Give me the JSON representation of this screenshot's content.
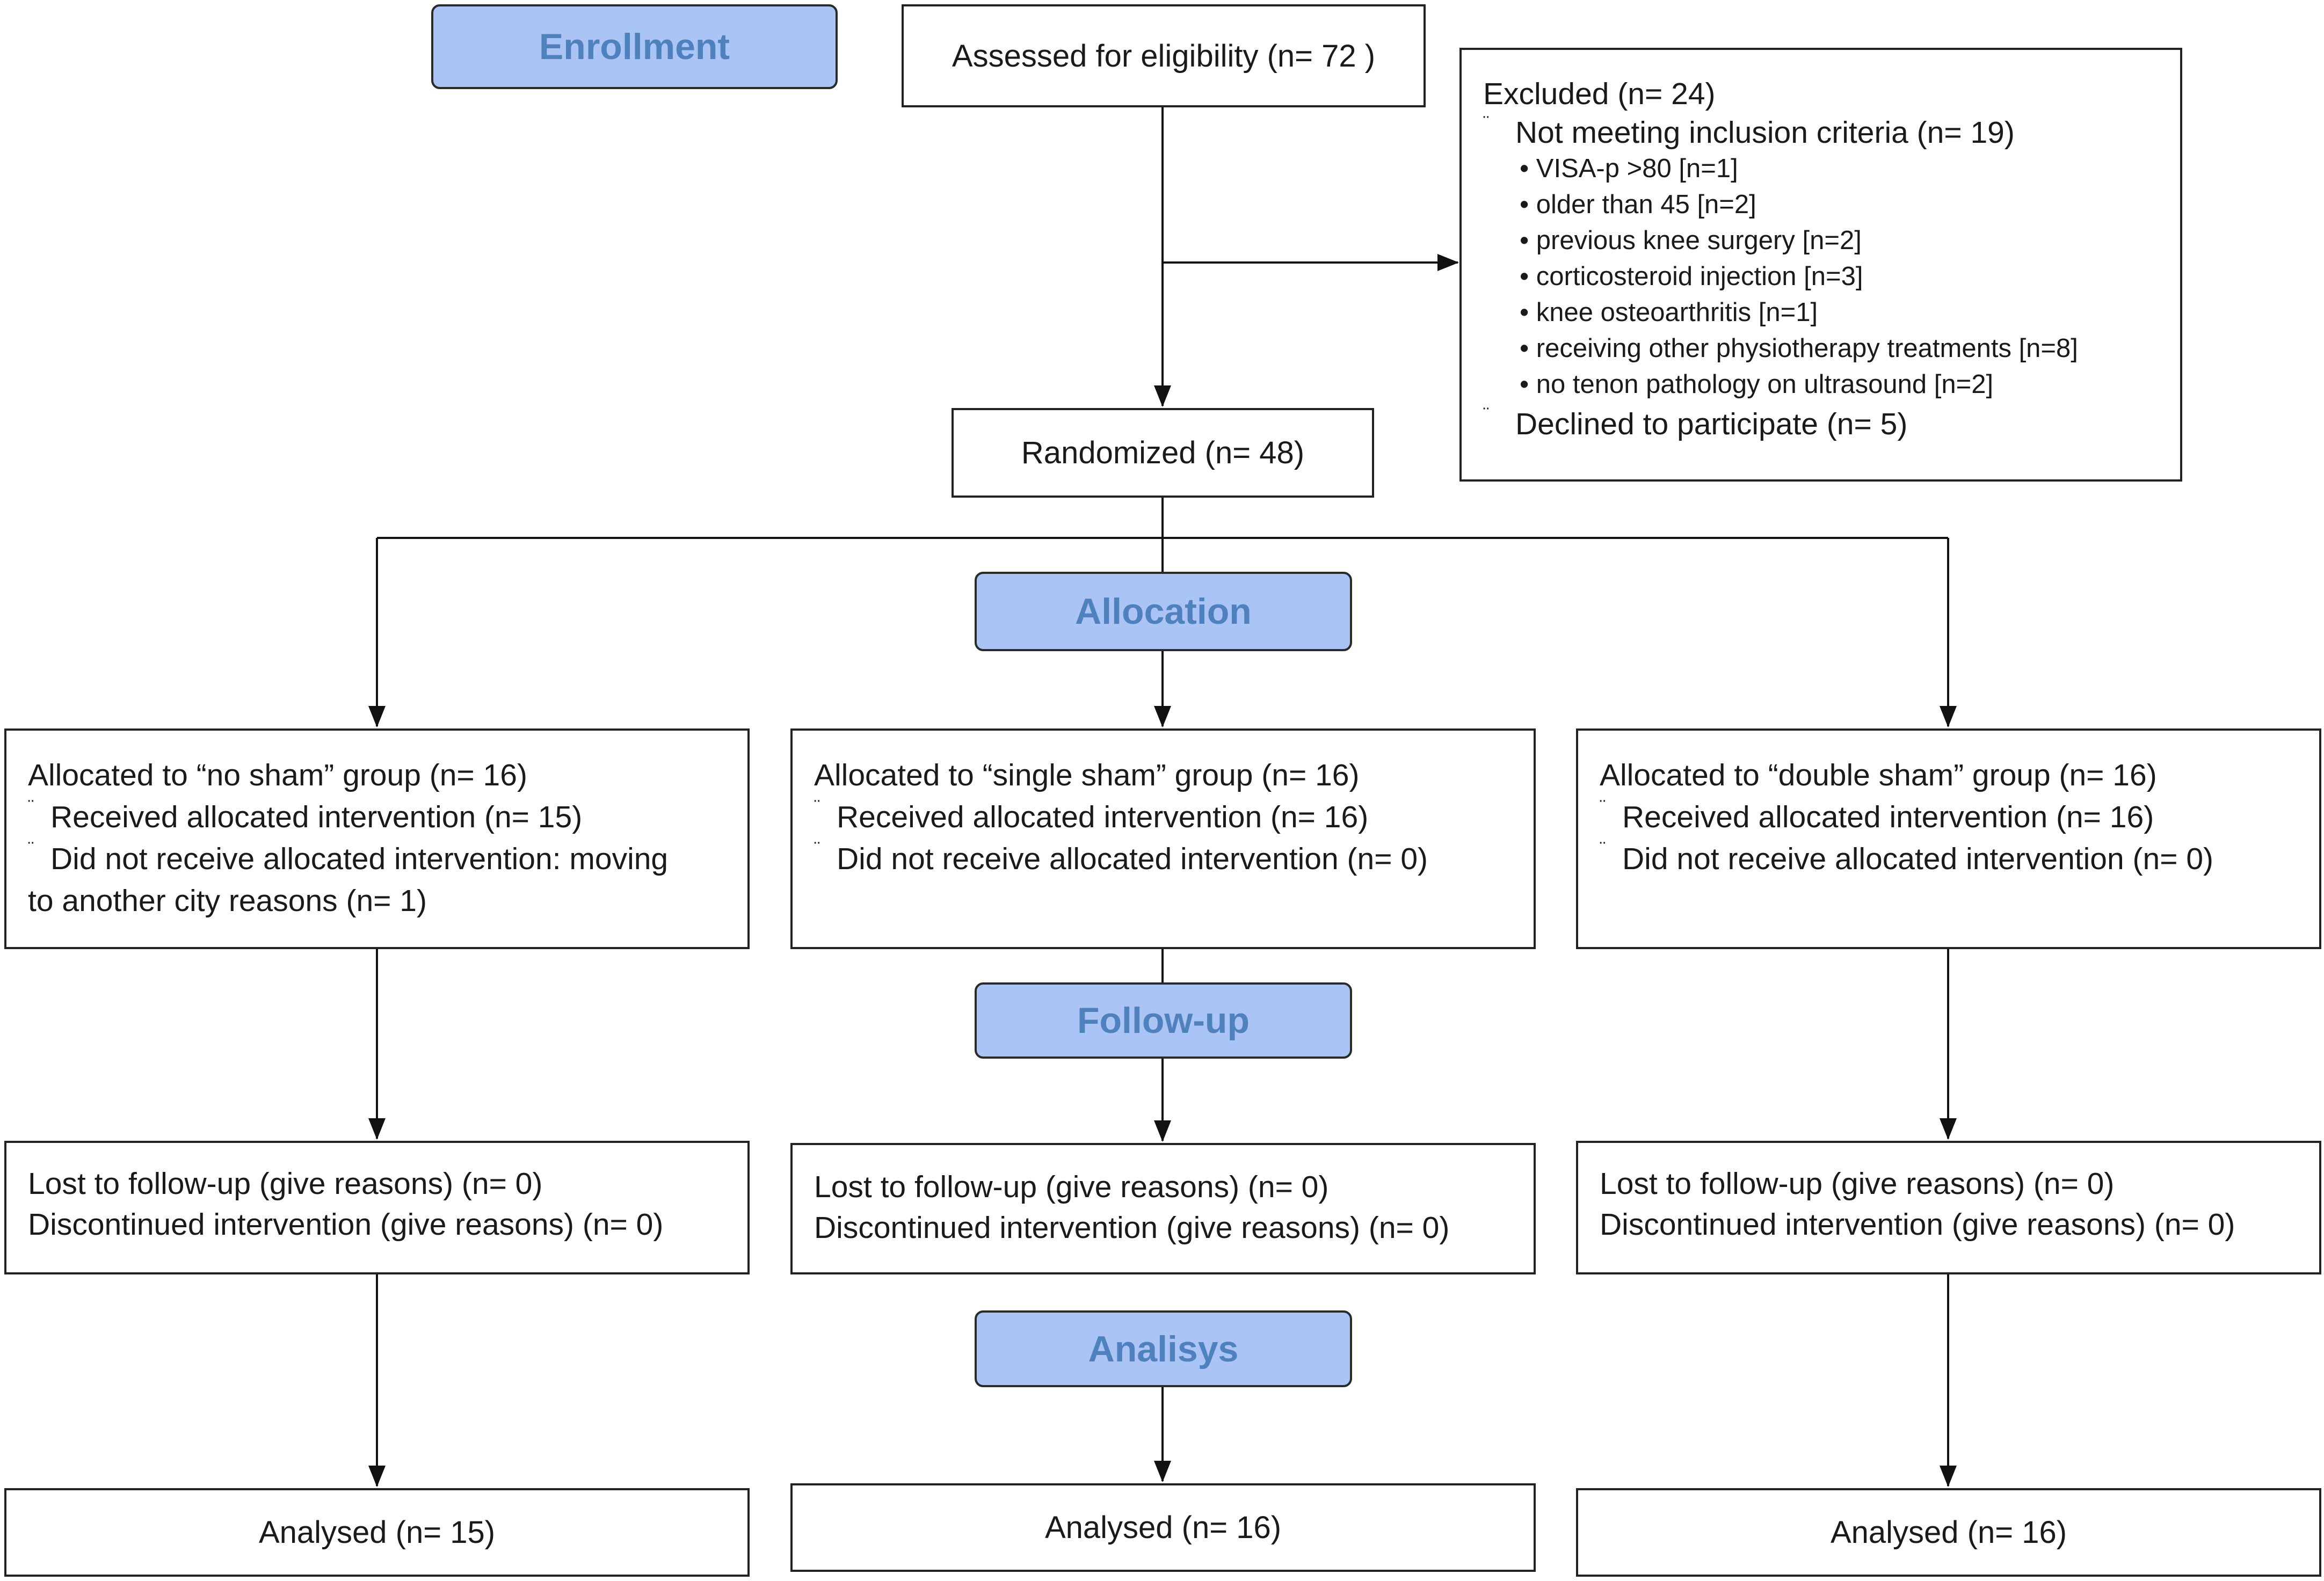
{
  "stages": {
    "enrollment": "Enrollment",
    "allocation": "Allocation",
    "followup": "Follow-up",
    "analysis": "Analisys"
  },
  "assessed": "Assessed for eligibility (n= 72 )",
  "excluded": {
    "title": "Excluded  (n= 24)",
    "bullet_mark": "¨",
    "not_meeting": "Not meeting inclusion criteria (n= 19)",
    "reasons": [
      "• VISA-p >80 [n=1]",
      "• older than 45 [n=2]",
      "• previous knee surgery [n=2]",
      "• corticosteroid injection [n=3]",
      "• knee osteoarthritis [n=1]",
      "• receiving other physiotherapy treatments [n=8]",
      "• no tenon pathology on ultrasound [n=2]"
    ],
    "declined": "Declined to participate (n= 5)"
  },
  "randomized": "Randomized (n= 48)",
  "groups": [
    {
      "allocated": "Allocated to “no sham” group (n= 16)",
      "received": "Received allocated intervention (n= 15)",
      "not_received": "Did not receive allocated intervention: moving",
      "not_received_cont": "to another city  reasons (n= 1)",
      "lost": "Lost to follow-up (give reasons) (n= 0)",
      "discontinued": "Discontinued intervention (give reasons) (n= 0)",
      "analysed": "Analysed  (n= 15)"
    },
    {
      "allocated": "Allocated to “single sham” group (n= 16)",
      "received": "Received allocated intervention (n= 16)",
      "not_received": "Did not receive allocated intervention (n= 0)",
      "lost": "Lost to follow-up (give reasons) (n= 0)",
      "discontinued": "Discontinued intervention (give reasons) (n= 0)",
      "analysed": "Analysed  (n= 16)"
    },
    {
      "allocated": "Allocated to “double sham” group (n= 16)",
      "received": "Received allocated intervention (n= 16)",
      "not_received": "Did not receive allocated intervention (n= 0)",
      "lost": "Lost to follow-up (give reasons) (n= 0)",
      "discontinued": "Discontinued intervention (give reasons) (n= 0)",
      "analysed": "Analysed  (n= 16)"
    }
  ]
}
